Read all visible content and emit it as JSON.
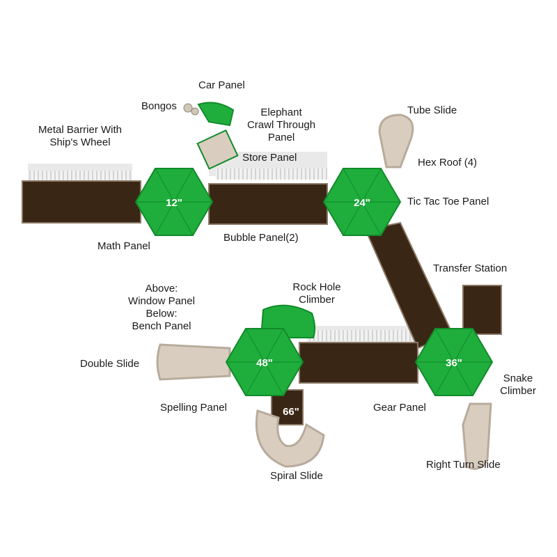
{
  "diagram": {
    "labels": {
      "car_panel": "Car Panel",
      "bongos": "Bongos",
      "elephant_panel": [
        "Elephant",
        "Crawl Through",
        "Panel"
      ],
      "metal_barrier": [
        "Metal Barrier With",
        "Ship's Wheel"
      ],
      "tube_slide": "Tube Slide",
      "store_panel": "Store Panel",
      "hex_roof": "Hex Roof (4)",
      "tic_tac_toe": "Tic Tac Toe Panel",
      "math_panel": "Math Panel",
      "bubble_panel": "Bubble Panel(2)",
      "transfer_station": "Transfer Station",
      "window_bench": [
        "Above:",
        "Window Panel",
        "Below:",
        "Bench Panel"
      ],
      "rock_hole": [
        "Rock Hole",
        "Climber"
      ],
      "double_slide": "Double Slide",
      "snake_climber": [
        "Snake",
        "Climber"
      ],
      "spelling_panel": "Spelling Panel",
      "gear_panel": "Gear Panel",
      "right_turn_slide": "Right Turn Slide",
      "spiral_slide": "Spiral Slide"
    },
    "heights": {
      "roof_a": "12\"",
      "roof_b": "24\"",
      "roof_c": "48\"",
      "roof_d": "36\"",
      "deck_66": "66\""
    },
    "colors": {
      "roof_green": "#1fae3c",
      "roof_dark": "#118a2a",
      "deck_brown": "#3a2614",
      "slide_tan": "#d9cdbf",
      "slide_shadow": "#b8ab9c",
      "rail_grey": "#e4e4e4"
    }
  }
}
